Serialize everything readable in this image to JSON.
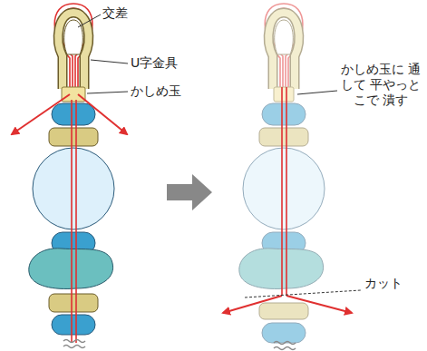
{
  "diagram": {
    "labels": [
      "交差",
      "U字金具",
      "かしめ玉",
      "かしめ玉に 通して 平やっとこで 潰す",
      "カット"
    ]
  }
}
